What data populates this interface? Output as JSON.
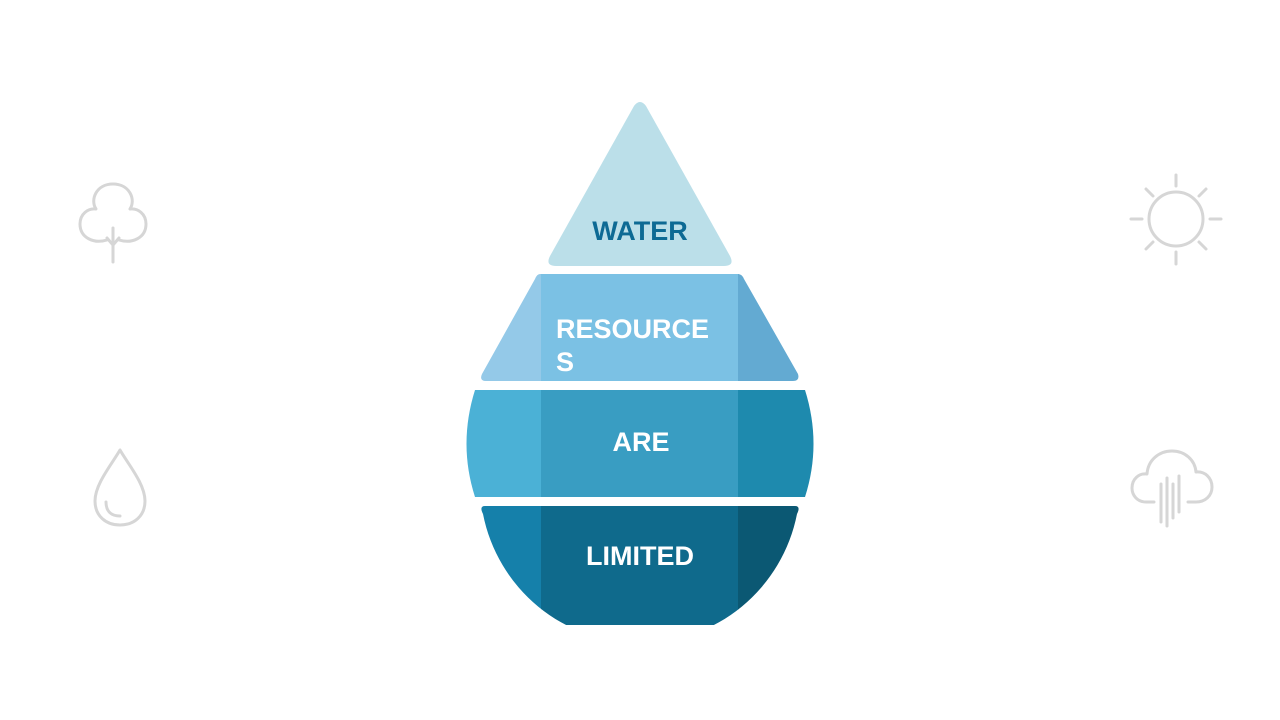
{
  "diagram": {
    "segments": [
      {
        "id": "water",
        "label": "WATER",
        "text_color": "#0d6a94"
      },
      {
        "id": "resources",
        "label_lines": [
          "RESOURCE",
          "S"
        ],
        "text_color": "#ffffff"
      },
      {
        "id": "are",
        "label": "ARE",
        "text_color": "#ffffff"
      },
      {
        "id": "limited",
        "label": "LIMITED",
        "text_color": "#ffffff"
      }
    ],
    "colors": {
      "water": "#bbdfe9",
      "resources_left": "#94c9e8",
      "resources_mid": "#7bc1e4",
      "resources_right": "#63aad2",
      "are_left": "#4bb1d6",
      "are_mid": "#399dc2",
      "are_right": "#1e8aae",
      "limited_left": "#1580aa",
      "limited_mid": "#0f6a8c",
      "limited_right": "#0b5873",
      "icon_stroke": "#d6d6d6"
    }
  },
  "icons": {
    "top_left": "tree-icon",
    "bottom_left": "water-drop-icon",
    "top_right": "sun-icon",
    "bottom_right": "rain-cloud-icon"
  }
}
